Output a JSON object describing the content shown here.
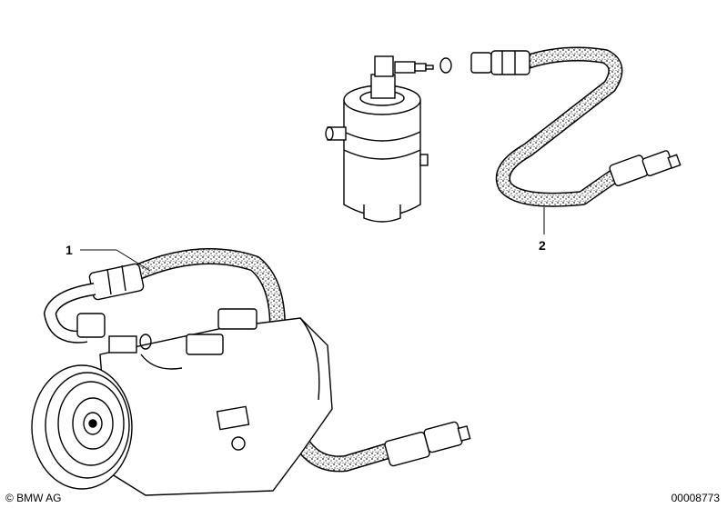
{
  "callouts": [
    {
      "id": "1",
      "label": "1"
    },
    {
      "id": "2",
      "label": "2"
    }
  ],
  "footer": {
    "copyright": "© BMW AG",
    "reference": "00008773"
  },
  "icons": [
    "receiver-drier",
    "pressure-hose-1",
    "pressure-hose-2",
    "ac-compressor",
    "sealing-ring"
  ],
  "colors": {
    "line": "#000000",
    "background": "#ffffff",
    "hose_texture": "#1a1a1a"
  }
}
